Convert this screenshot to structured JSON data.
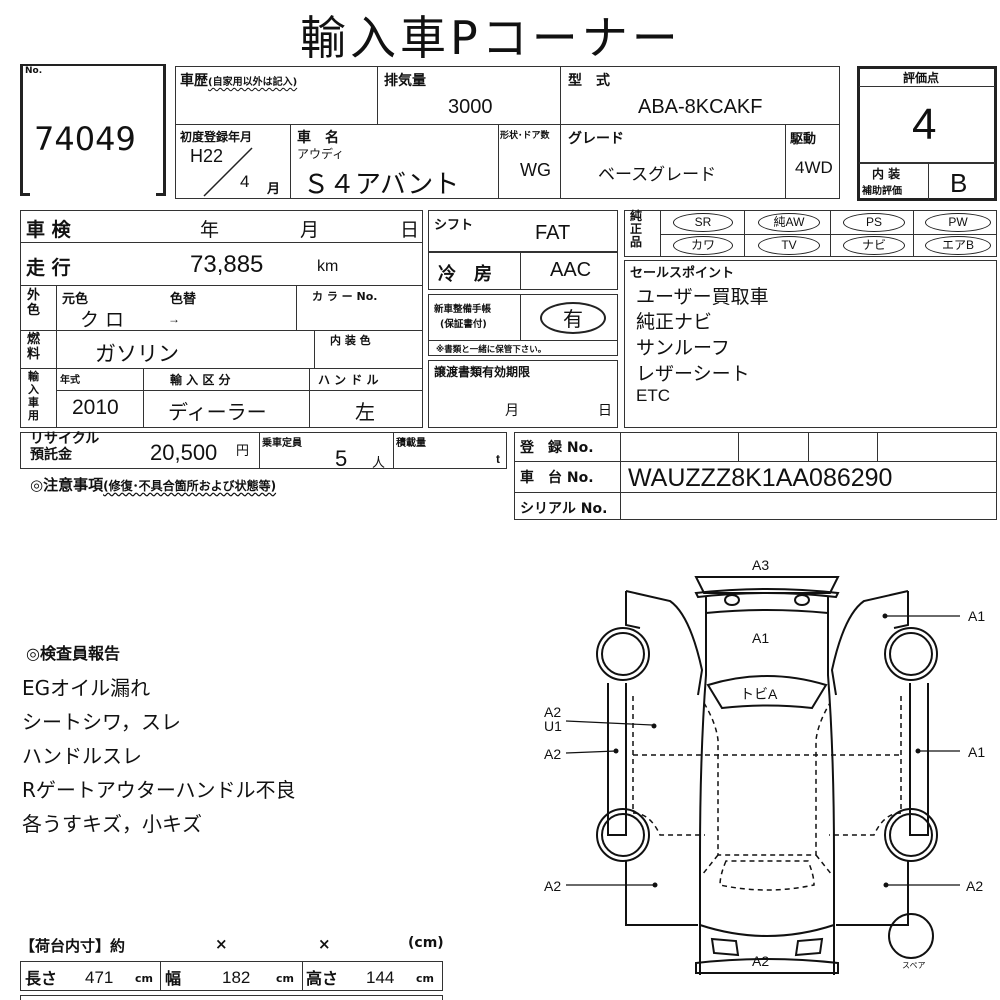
{
  "header": {
    "title": "輸入車Pコーナー"
  },
  "lot": {
    "no_label": "No.",
    "number": "74049"
  },
  "history": {
    "label": "車歴",
    "note": "(自家用以外は記入)",
    "value": ""
  },
  "displacement": {
    "label": "排気量",
    "value": "3000"
  },
  "model_code": {
    "label": "型　式",
    "value": "ABA-8KCAKF"
  },
  "first_registration": {
    "label": "初度登録年月",
    "era_year": "H22",
    "month": "4",
    "month_unit": "月"
  },
  "car_name": {
    "label": "車　名",
    "maker": "アウディ",
    "value": "Ｓ４アバント"
  },
  "body_type": {
    "label": "形状･ドア数",
    "value": "WG"
  },
  "grade": {
    "label": "グレード",
    "value": "ベースグレード"
  },
  "drive": {
    "label": "駆動",
    "value": "4WD"
  },
  "score": {
    "label": "評価点",
    "value": "4",
    "interior_label_1": "内 装",
    "interior_label_2": "補助評価",
    "interior_value": "B"
  },
  "inspection": {
    "label": "車 検",
    "year_unit": "年",
    "month_unit": "月",
    "day_unit": "日"
  },
  "mileage": {
    "label": "走 行",
    "value": "73,885",
    "unit": "km"
  },
  "exterior_color": {
    "side_label": "外色",
    "original_label": "元色",
    "original_value": "ク ロ",
    "changed_label": "色替",
    "changed_value": "→",
    "color_no_label": "カ ラ ー No."
  },
  "fuel": {
    "side_label": "燃料",
    "value": "ガソリン",
    "interior_color_label": "内 装 色"
  },
  "import": {
    "side_label": "輸入車用",
    "year_label": "年式",
    "year_value": "2010",
    "category_label": "輸 入 区 分",
    "category_value": "ディーラー",
    "handle_label": "ハ ン ド ル",
    "handle_value": "左"
  },
  "shift": {
    "label": "シフト",
    "value": "FAT"
  },
  "aircon": {
    "label": "冷　房",
    "value": "AAC"
  },
  "service_book": {
    "label_1": "新車整備手帳",
    "label_2": "(保証書付)",
    "value": "有",
    "note": "※書類と一緒に保管下さい。"
  },
  "transfer_docs": {
    "label": "譲渡書類有効期限",
    "month_unit": "月",
    "day_unit": "日"
  },
  "genuine_parts": {
    "side_label": "純正品",
    "row1": [
      "SR",
      "純AW",
      "PS",
      "PW"
    ],
    "row2": [
      "カワ",
      "TV",
      "ナビ",
      "エアB"
    ]
  },
  "sales_points": {
    "label": "セールスポイント",
    "items": [
      "ユーザー買取車",
      "純正ナビ",
      "サンルーフ",
      "レザーシート",
      "ETC"
    ]
  },
  "recycle": {
    "label_1": "リサイクル",
    "label_2": "預託金",
    "value": "20,500",
    "unit": "円"
  },
  "capacity": {
    "label": "乗車定員",
    "value": "5",
    "unit": "人"
  },
  "load": {
    "label": "積載量",
    "value": "",
    "unit": "t"
  },
  "registration": {
    "reg_label": "登　録 No.",
    "reg_value": "",
    "chassis_label": "車　台 No.",
    "chassis_value": "WAUZZZ8K1AA086290",
    "serial_label": "シリアル No.",
    "serial_value": ""
  },
  "notes": {
    "label": "◎注意事項",
    "sub": "(修復･不具合箇所および状態等)"
  },
  "inspector_report": {
    "label": "◎検査員報告",
    "items": [
      "EGオイル漏れ",
      "シートシワ，スレ",
      "ハンドルスレ",
      "Rゲートアウターハンドル不良",
      "各うすキズ，小キズ"
    ]
  },
  "cargo": {
    "label": "【荷台内寸】約",
    "x1": "×",
    "x2": "×",
    "unit_paren": "(cm)",
    "length_label": "長さ",
    "length": "471",
    "width_label": "幅",
    "width": "182",
    "height_label": "高さ",
    "height": "144",
    "unit": "cm"
  },
  "diagram": {
    "rear_bumper": "A3",
    "tailgate": "A1",
    "roof": "トビA",
    "left_rear_door_1": "A2",
    "left_rear_door_2": "U1",
    "left_sill": "A2",
    "right_rear_fender": "A1",
    "right_sill": "A1",
    "left_front": "A2",
    "right_front": "A2",
    "front_bumper": "A2",
    "spare": "スペア"
  }
}
